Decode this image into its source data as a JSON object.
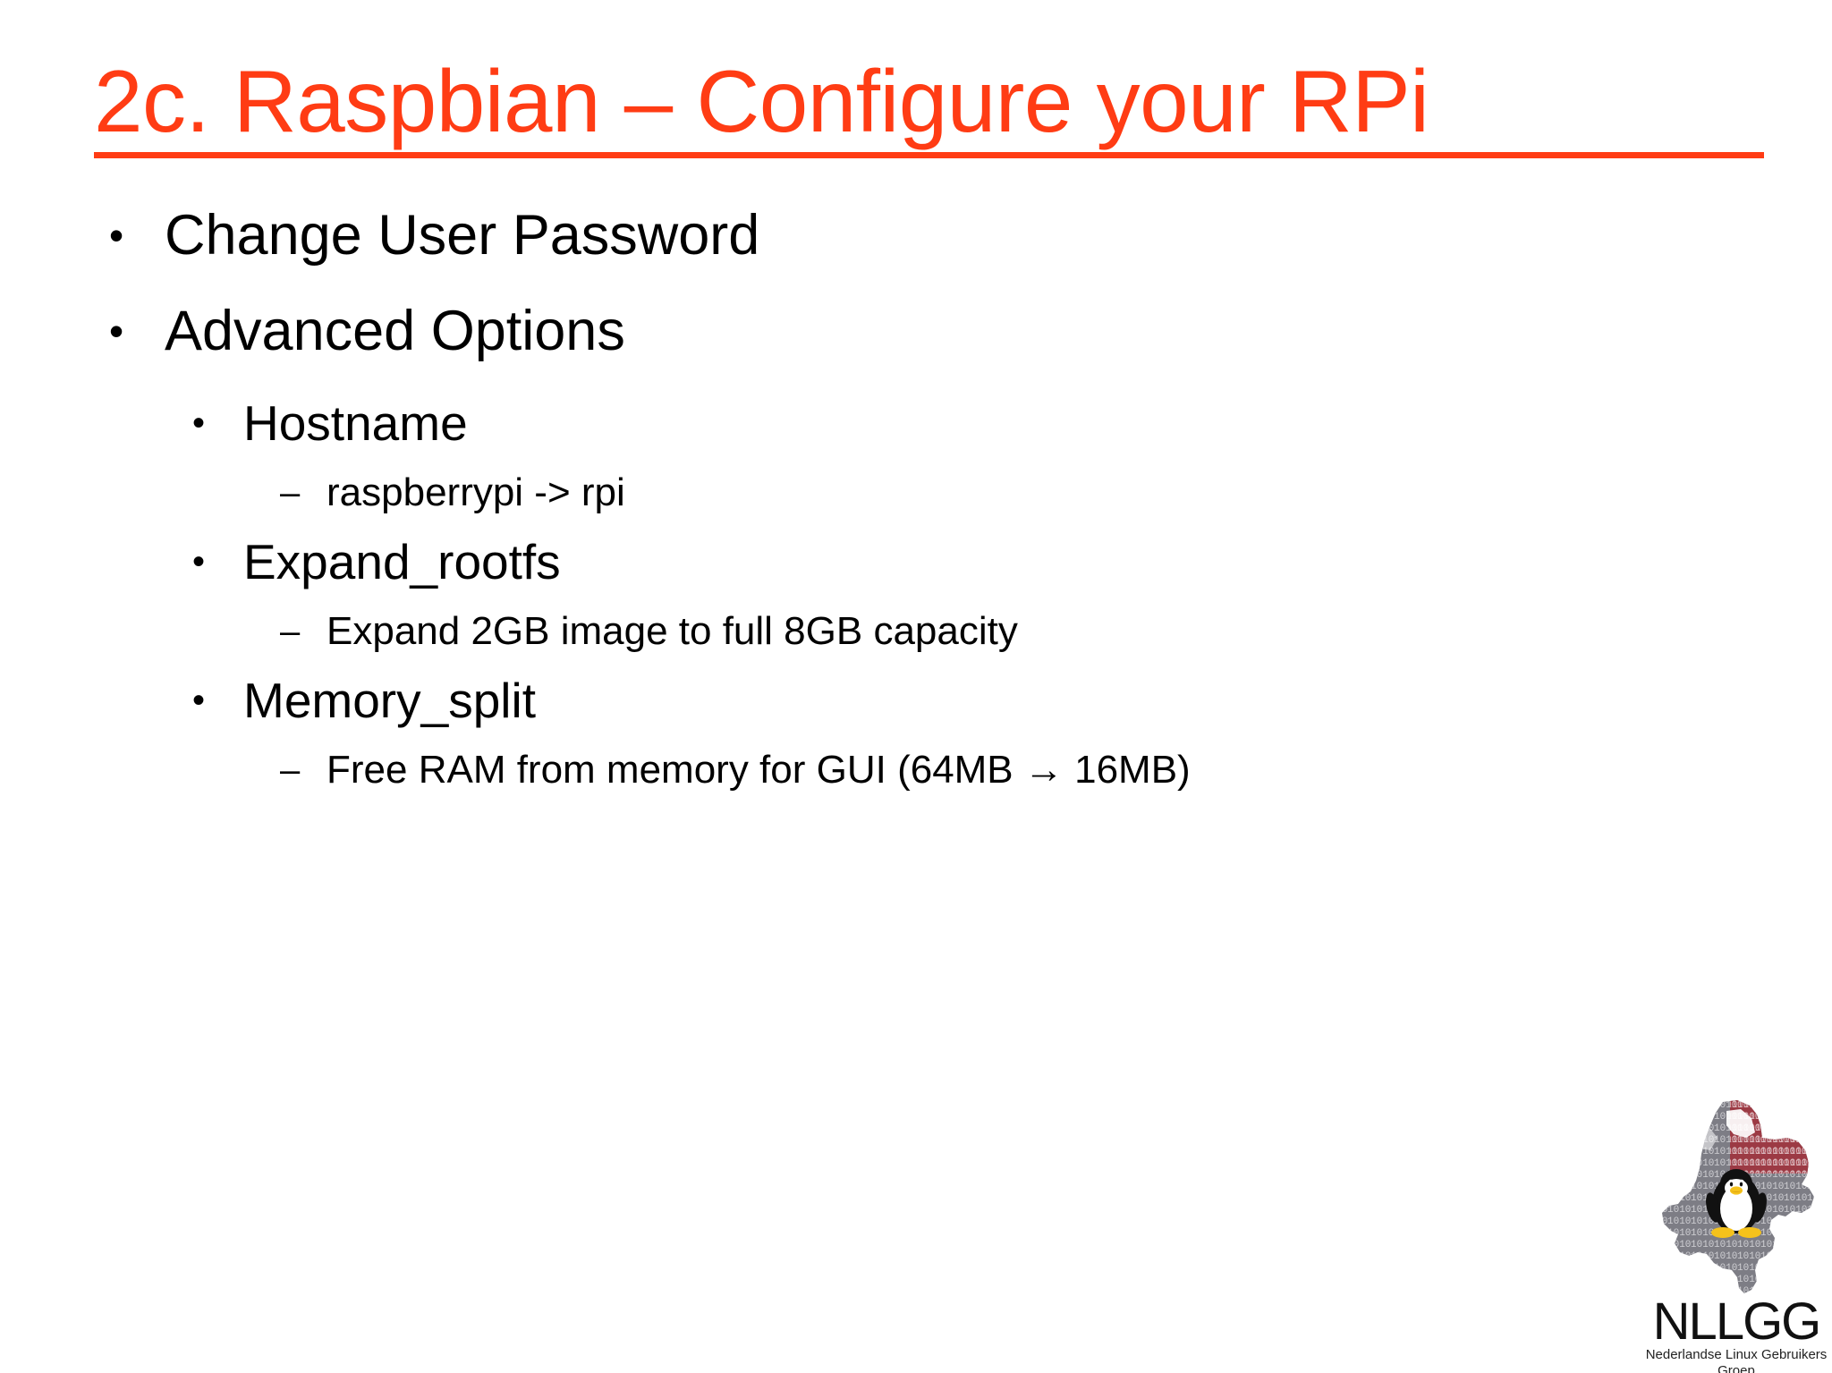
{
  "slide": {
    "background_color": "#ffffff",
    "title": {
      "text": "2c. Raspbian – Configure your RPi",
      "color": "#ff3c14",
      "underlined": true
    },
    "bullets": [
      {
        "level": 1,
        "marker": "•",
        "text": "Change User Password"
      },
      {
        "level": 1,
        "marker": "•",
        "text": "Advanced Options"
      },
      {
        "level": 2,
        "marker": "•",
        "text": "Hostname"
      },
      {
        "level": 3,
        "marker": "–",
        "text": "raspberrypi -> rpi"
      },
      {
        "level": 2,
        "marker": "•",
        "text": "Expand_rootfs"
      },
      {
        "level": 3,
        "marker": "–",
        "text": "Expand 2GB image to full 8GB capacity"
      },
      {
        "level": 2,
        "marker": "•",
        "text": "Memory_split"
      },
      {
        "level": 3,
        "marker": "–",
        "text": "Free RAM from memory for GUI (64MB → 16MB)"
      }
    ],
    "logo": {
      "name": "nllgg-logo",
      "wordmark": "NLLGG",
      "tagline": "Nederlandse Linux Gebruikers Groep",
      "map_colors": {
        "gray": "#7d7d85",
        "red": "#9c3a44",
        "digits": "#d8d8dc"
      },
      "penguin_colors": {
        "body": "#111111",
        "belly": "#ffffff",
        "beak": "#f5c21b"
      }
    }
  }
}
